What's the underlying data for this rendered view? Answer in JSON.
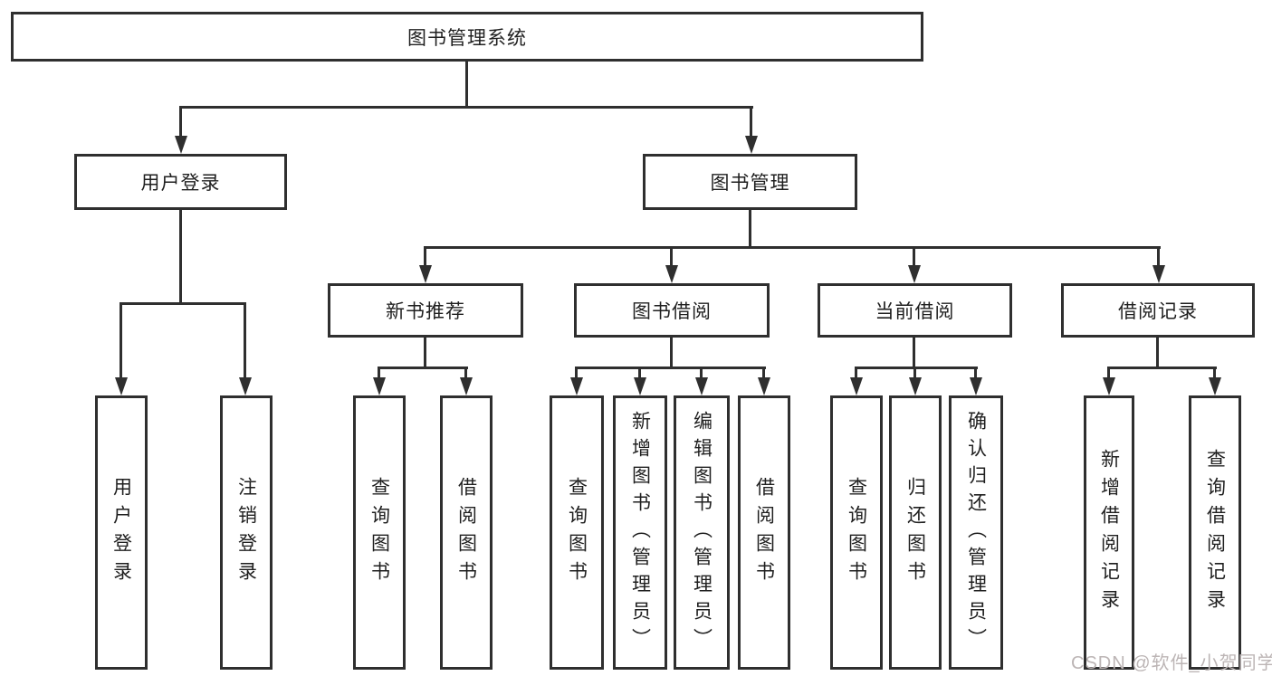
{
  "diagram": {
    "title": "图书管理系统",
    "root": {
      "label": "图书管理系统"
    },
    "branches": [
      {
        "label": "用户登录",
        "children": [
          {
            "label": "用户登录"
          },
          {
            "label": "注销登录"
          }
        ]
      },
      {
        "label": "图书管理",
        "children": [
          {
            "label": "新书推荐",
            "children": [
              {
                "label": "查询图书"
              },
              {
                "label": "借阅图书"
              }
            ]
          },
          {
            "label": "图书借阅",
            "children": [
              {
                "label": "查询图书"
              },
              {
                "label": "新增图书（管理员）"
              },
              {
                "label": "编辑图书（管理员）"
              },
              {
                "label": "借阅图书"
              }
            ]
          },
          {
            "label": "当前借阅",
            "children": [
              {
                "label": "查询图书"
              },
              {
                "label": "归还图书"
              },
              {
                "label": "确认归还（管理员）"
              }
            ]
          },
          {
            "label": "借阅记录",
            "children": [
              {
                "label": "新增借阅记录"
              },
              {
                "label": "查询借阅记录"
              }
            ]
          }
        ]
      }
    ]
  },
  "watermark": {
    "text": "CSDN @软件_小贺同学"
  },
  "colors": {
    "line": "#2f2f2f",
    "text": "#1f1f1f",
    "background": "#ffffff",
    "watermark": "#bcb5b5"
  }
}
